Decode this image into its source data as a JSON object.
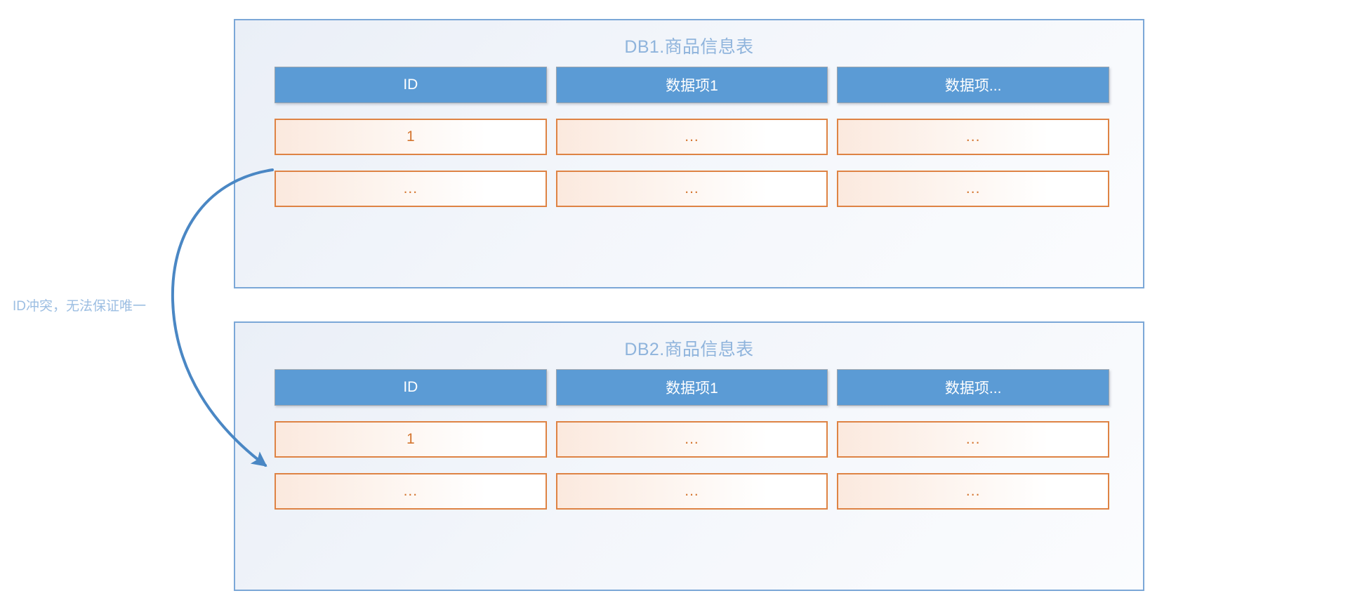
{
  "diagram": {
    "title_color": "#8FB4DC",
    "header_color": "#5B9BD5",
    "cell_border_color": "#DE8344",
    "cell_text_color": "#D4752F",
    "panel_border_color": "#7BA7D7",
    "arrow_color": "#4A87C4"
  },
  "annotation": {
    "text": "ID冲突，无法保证唯一"
  },
  "panels": [
    {
      "id": "db1",
      "title": "DB1.商品信息表",
      "headers": [
        "ID",
        "数据项1",
        "数据项..."
      ],
      "rows": [
        [
          "1",
          "...",
          "..."
        ],
        [
          "...",
          "...",
          "..."
        ]
      ]
    },
    {
      "id": "db2",
      "title": "DB2.商品信息表",
      "headers": [
        "ID",
        "数据项1",
        "数据项..."
      ],
      "rows": [
        [
          "1",
          "...",
          "..."
        ],
        [
          "...",
          "...",
          "..."
        ]
      ]
    }
  ],
  "watermark": {
    "text": ""
  }
}
